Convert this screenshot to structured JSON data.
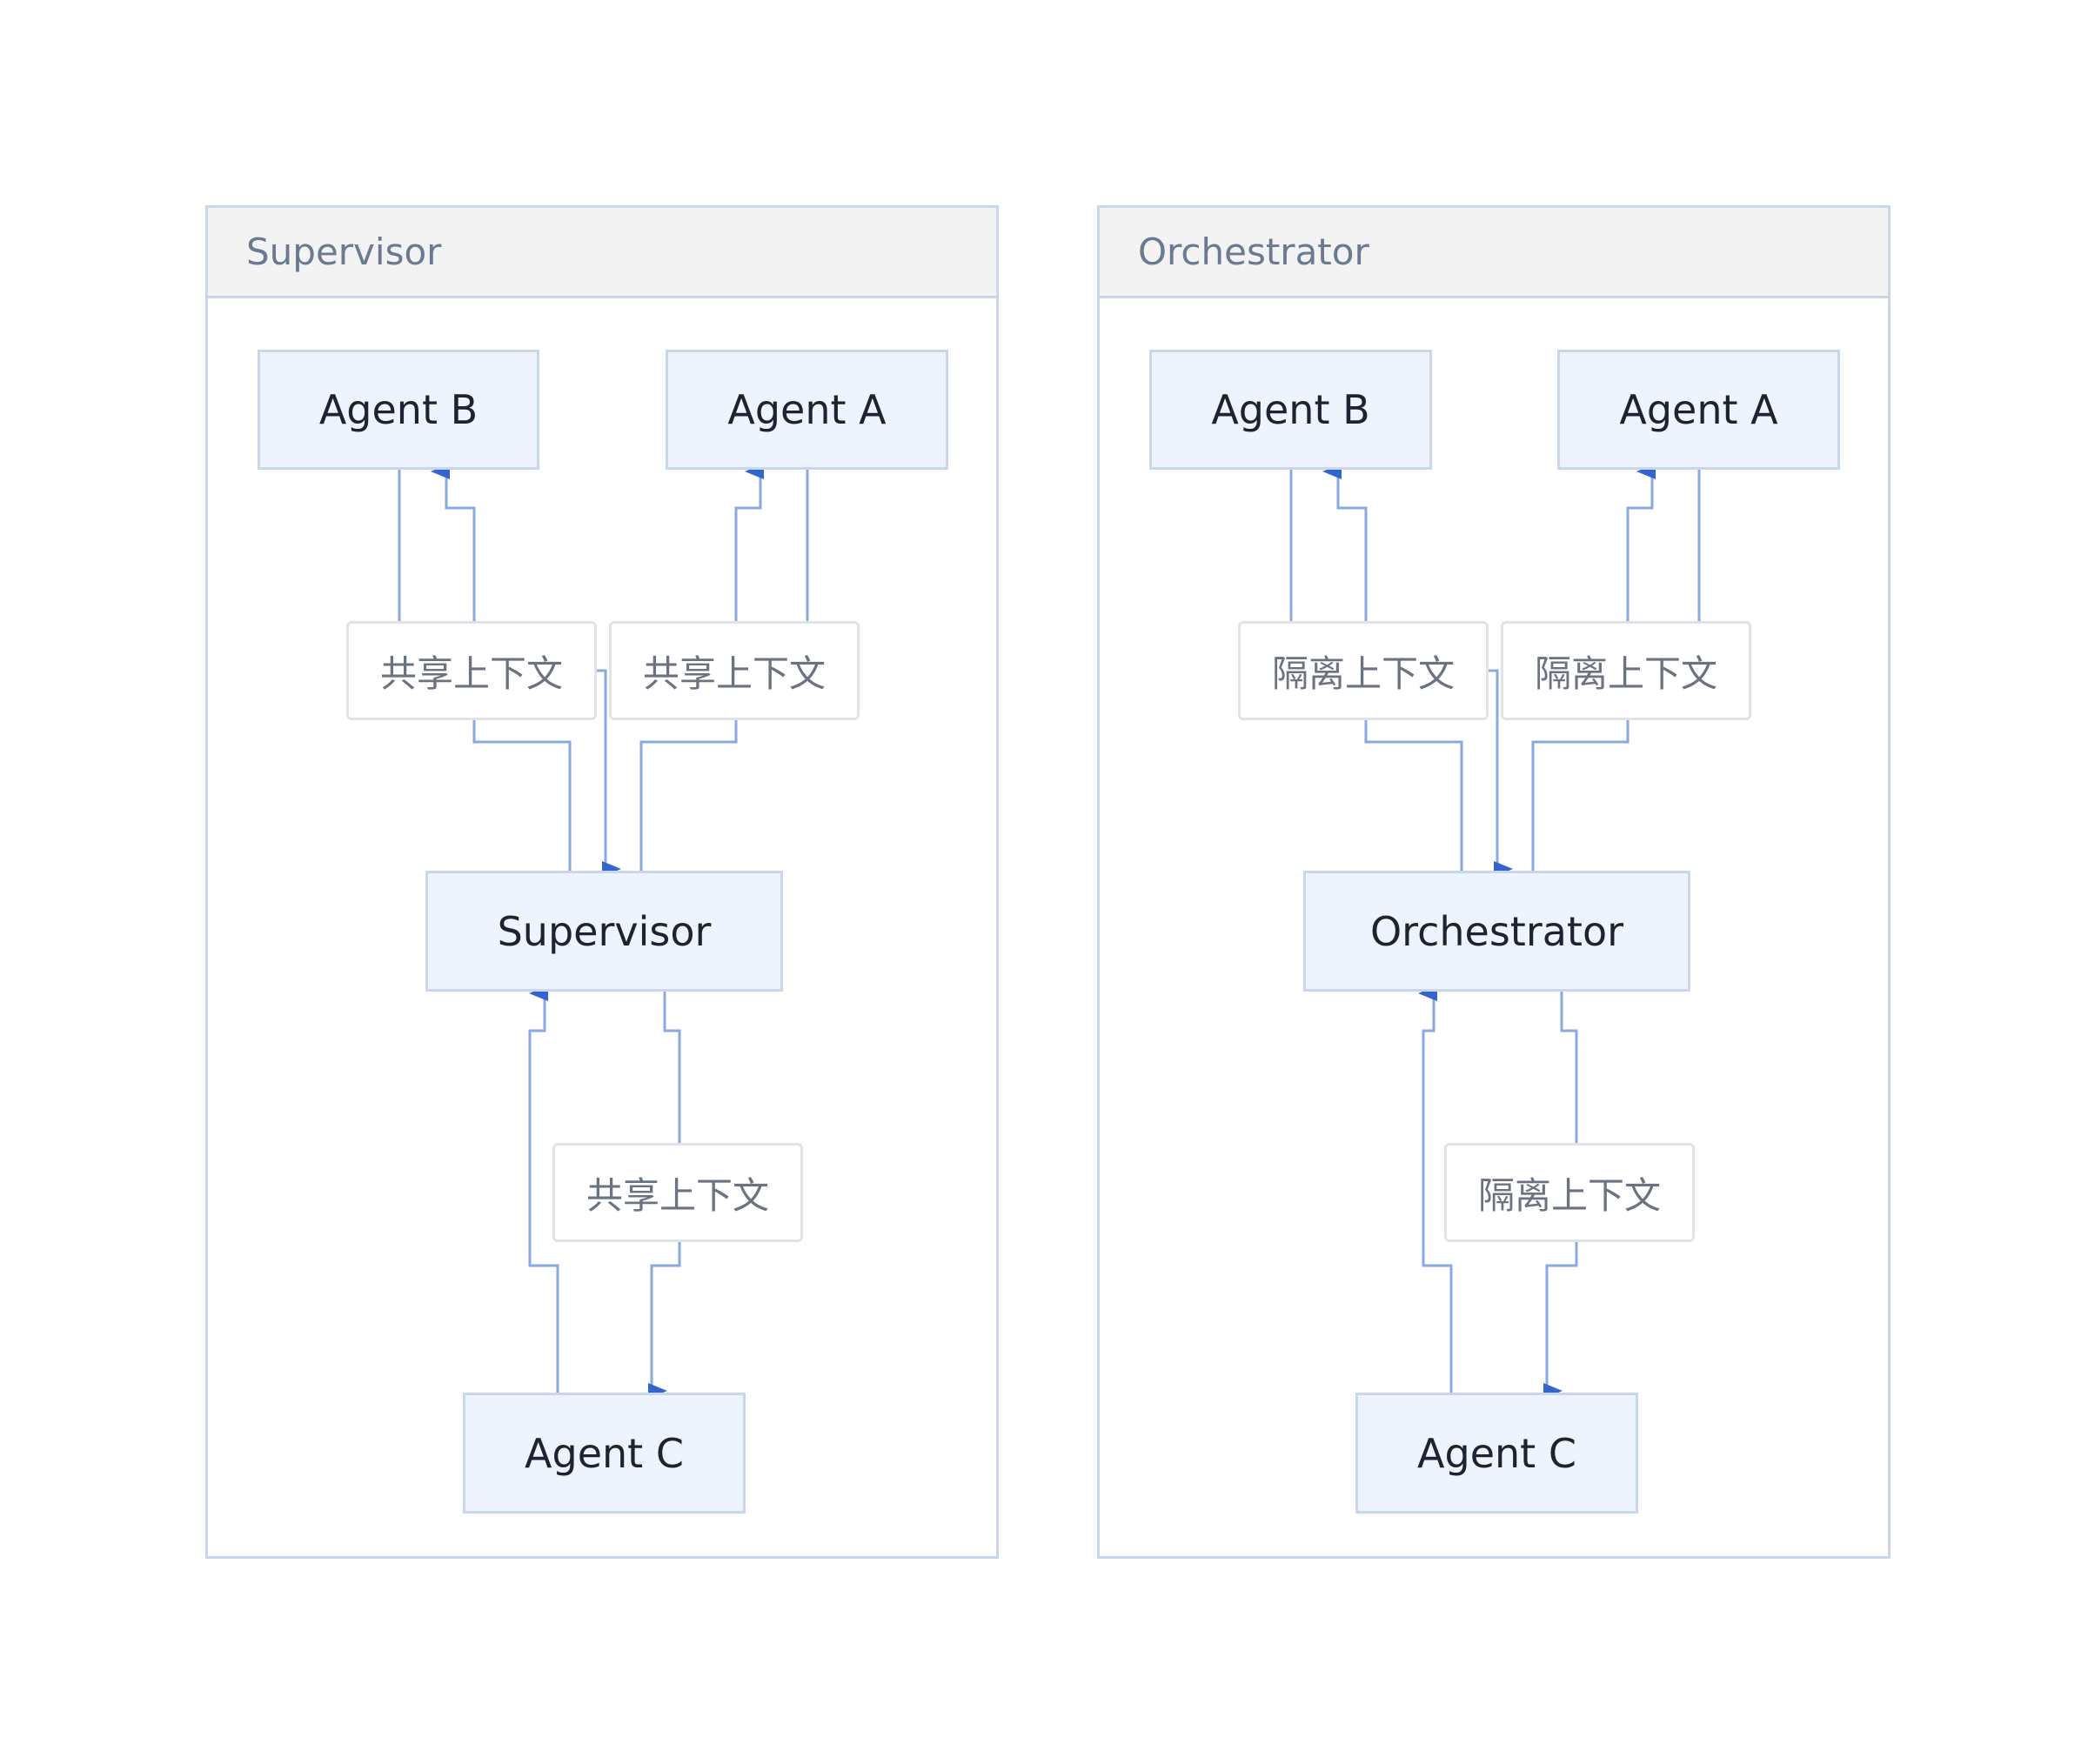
{
  "colors": {
    "edge": "#8aa9e0",
    "arrow": "#3366cc",
    "node_fill": "#eef4fd",
    "border": "#c9d6ec"
  },
  "panels": [
    {
      "title": "Supervisor",
      "nodes": {
        "agent_b": "Agent B",
        "agent_a": "Agent A",
        "center": "Supervisor",
        "agent_c": "Agent C"
      },
      "edge_labels": [
        "共享上下文",
        "共享上下文",
        "共享上下文"
      ]
    },
    {
      "title": "Orchestrator",
      "nodes": {
        "agent_b": "Agent B",
        "agent_a": "Agent A",
        "center": "Orchestrator",
        "agent_c": "Agent C"
      },
      "edge_labels": [
        "隔离上下文",
        "隔离上下文",
        "隔离上下文"
      ]
    }
  ]
}
